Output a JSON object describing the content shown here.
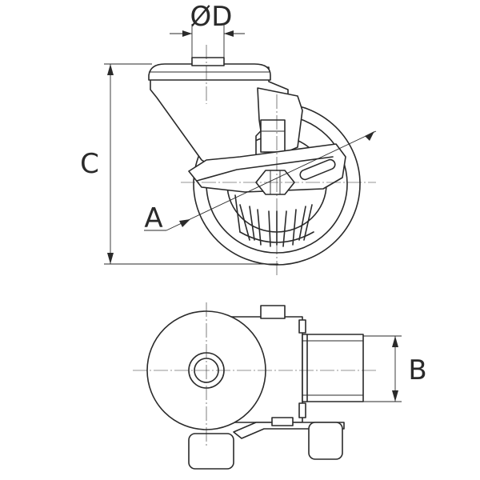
{
  "labels": {
    "diameter": "ØD",
    "wheel": "A",
    "height": "C",
    "width": "B"
  },
  "colors": {
    "line": "#2a2a2a",
    "background": "#ffffff"
  }
}
